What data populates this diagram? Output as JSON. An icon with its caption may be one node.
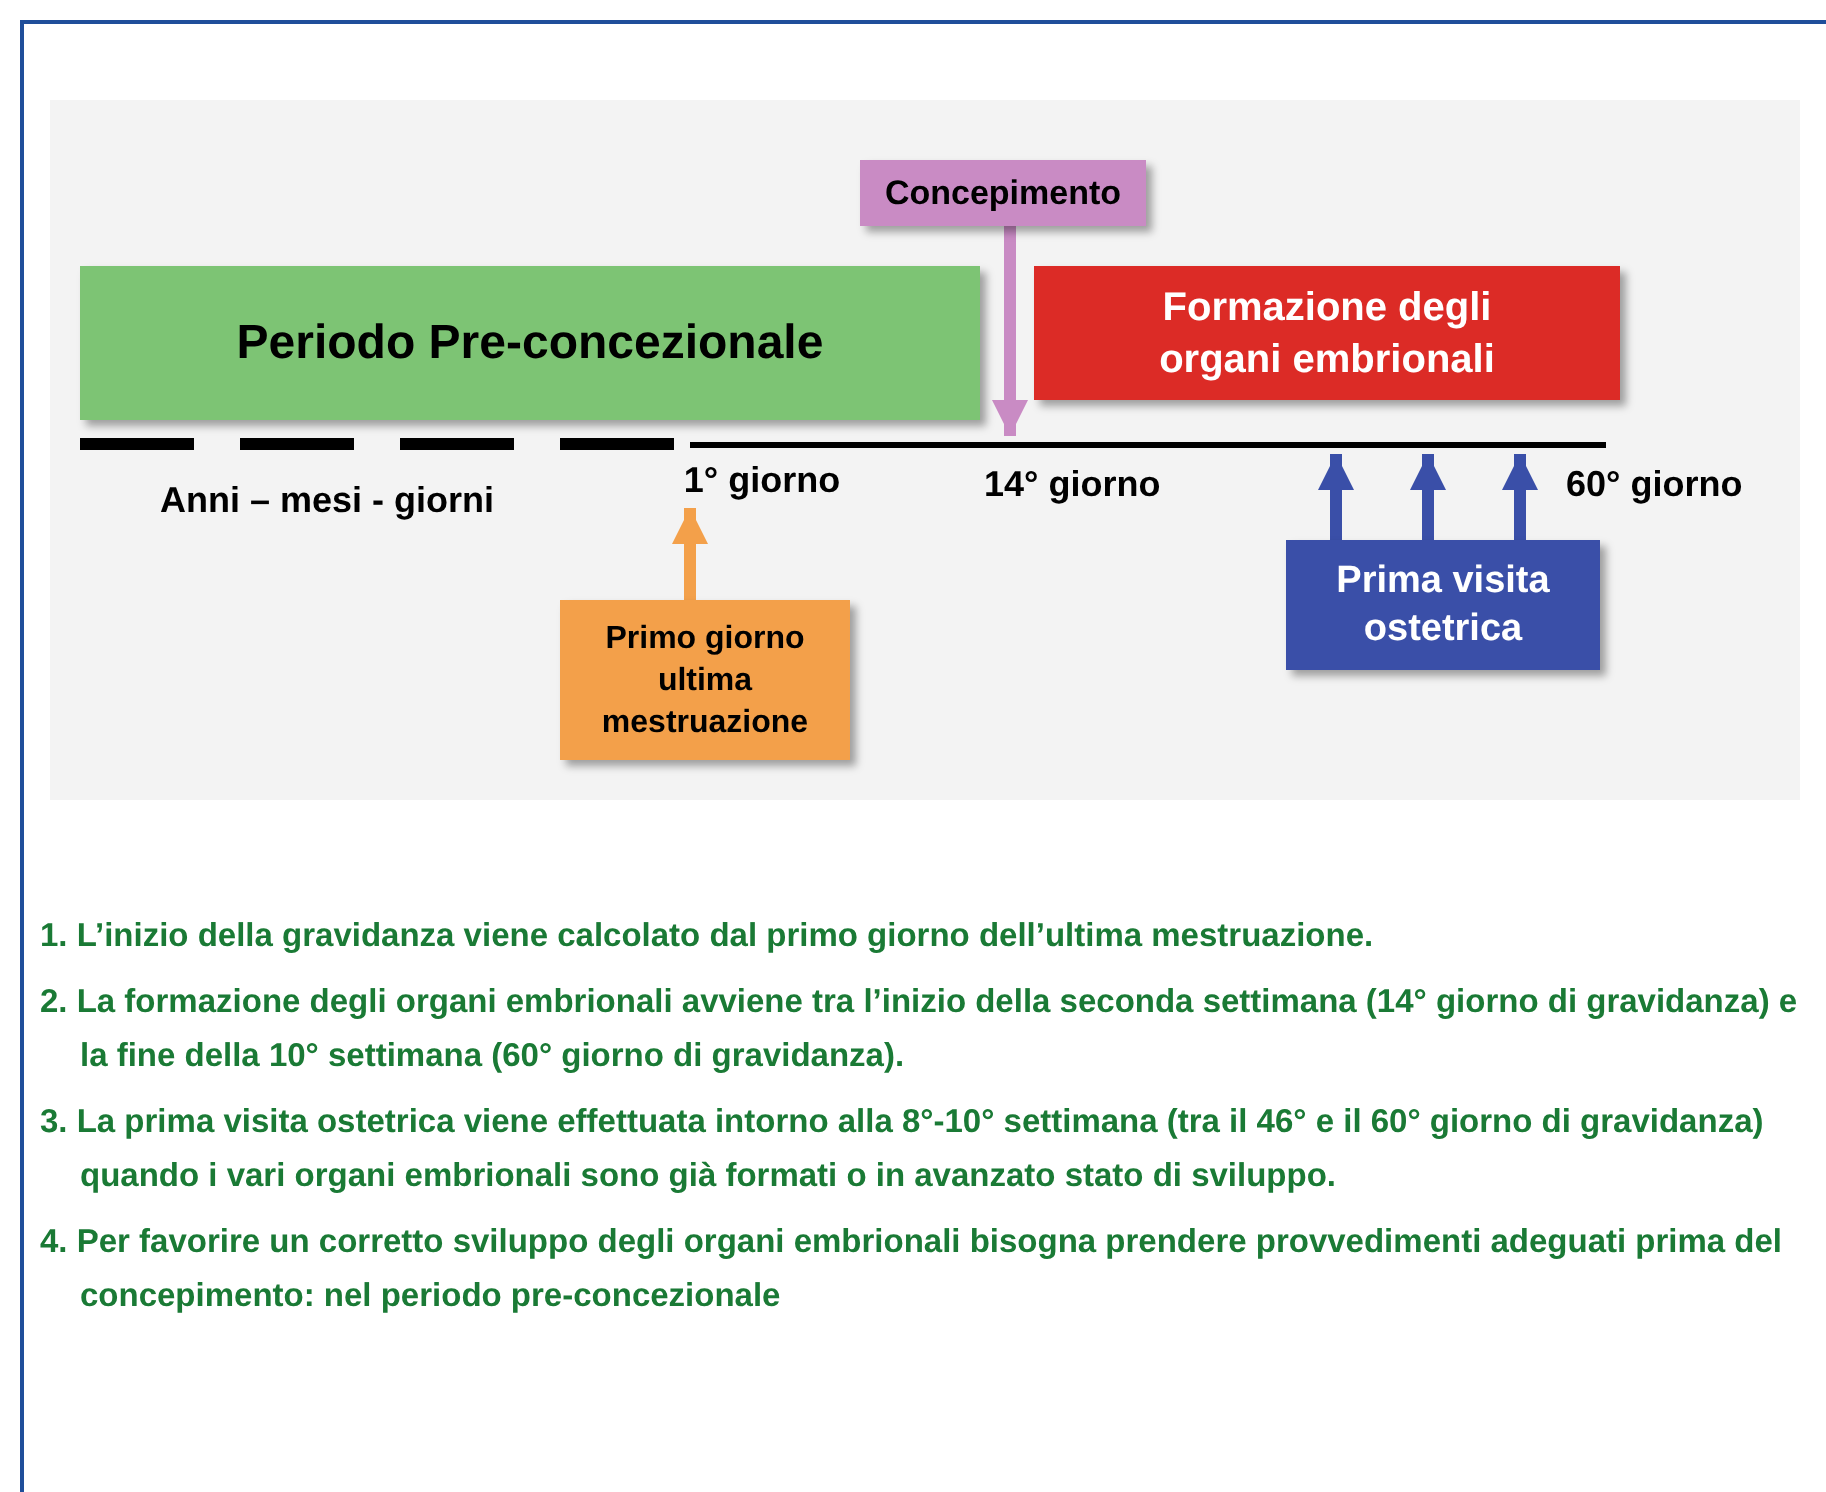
{
  "diagram": {
    "nodes": [
      {
        "text": [
          "Periodo Pre-concezionale"
        ]
      },
      {
        "text": [
          "Concepimento"
        ]
      },
      {
        "text": [
          "Formazione degli organi embrionali"
        ]
      },
      {
        "text": [
          "Primo giorno ultima mestruazione"
        ]
      },
      {
        "text": [
          "Prima visita ostetrica"
        ]
      },
      {
        "text": [],
        "shape": "bar"
      },
      {
        "text": [
          "1° giorno"
        ]
      }
    ],
    "edges": [
      {
        "from": 1,
        "to": 5,
        "arrow": "to",
        "color": "#c98bc4"
      },
      {
        "from": 3,
        "to": 6,
        "arrow": "to",
        "color": "#f3a04a"
      },
      {
        "from": 4,
        "to": 5,
        "arrow": "to"
      },
      {
        "from": 4,
        "to": 5,
        "arrow": "to"
      },
      {
        "from": 4,
        "to": 5,
        "arrow": "to"
      }
    ],
    "labels": [
      "Anni – mesi - giorni",
      "14° giorno",
      "60° giorno",
      "1. L’inizio della gravidanza viene calcolato dal primo giorno dell’ultima mestruazione.",
      "2. La formazione degli organi embrionali avviene tra l’inizio della seconda settimana (14° giorno di gravidanza) e la fine della 10° settimana (60° giorno di gravidanza).",
      "3. La prima visita ostetrica viene effettuata intorno alla 8°-10° settimana (tra il 46° e il 60° giorno di gravidanza) quando i vari organi embrionali sono già formati o in avanzato stato di sviluppo.",
      "4. Per favorire un corretto sviluppo degli organi embrionali bisogna prendere provvedimenti adeguati prima del concepimento: nel periodo pre-concezionale"
    ]
  }
}
